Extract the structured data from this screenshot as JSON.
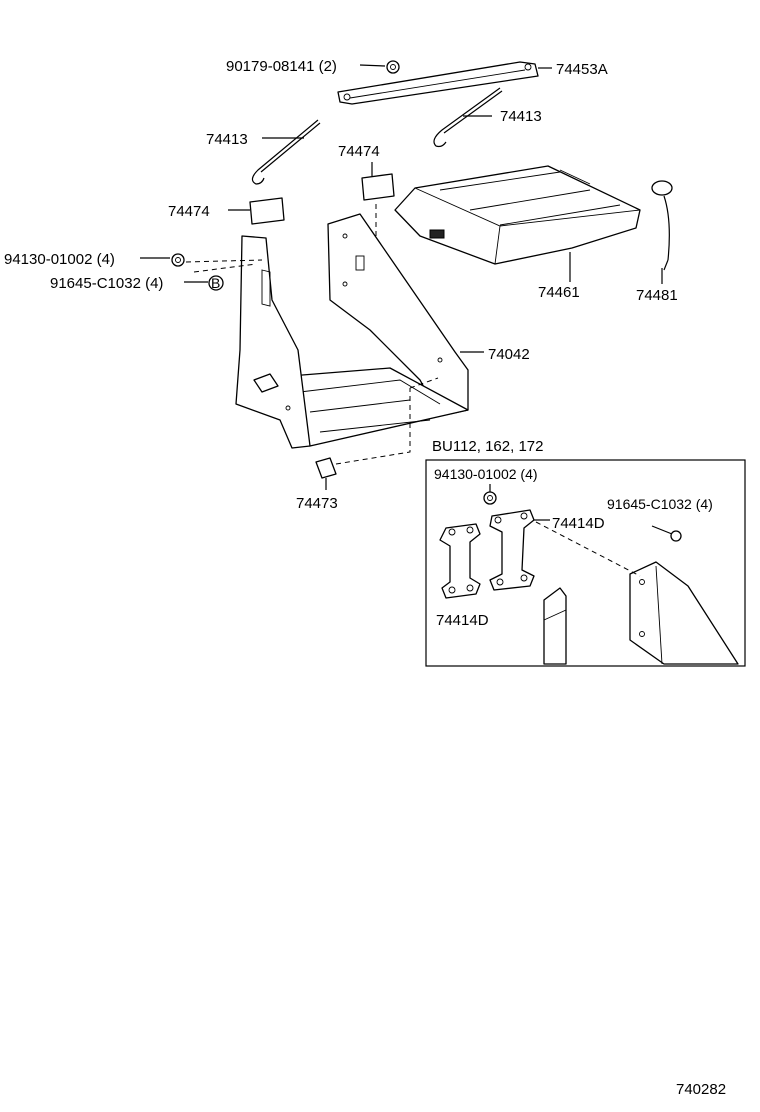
{
  "labels": {
    "l_90179": "90179-08141 (2)",
    "l_74453A": "74453A",
    "l_74413_r": "74413",
    "l_74413_l": "74413",
    "l_74474_c": "74474",
    "l_74474_l": "74474",
    "l_94130": "94130-01002 (4)",
    "l_91645": "91645-C1032 (4)",
    "b_symbol": "B",
    "l_74461": "74461",
    "l_74481": "74481",
    "l_74042": "74042",
    "l_74473": "74473",
    "inset_title": "BU112, 162, 172",
    "inset_94130": "94130-01002 (4)",
    "inset_91645": "91645-C1032 (4)",
    "inset_74414D_r": "74414D",
    "inset_74414D_l": "74414D",
    "diagram_code": "740282"
  }
}
